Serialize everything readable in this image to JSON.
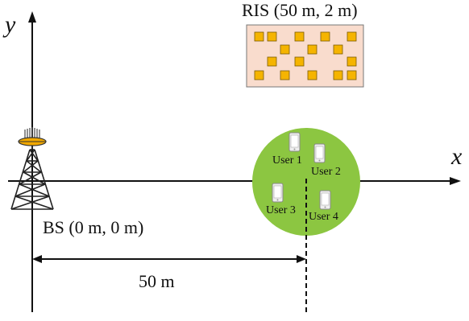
{
  "axes": {
    "x_label": "x",
    "y_label": "y"
  },
  "ris": {
    "label": "RIS (50 m, 2 m)",
    "fill": "#f9dccd",
    "element_color": "#f5b400"
  },
  "bs": {
    "label": "BS (0 m, 0 m)"
  },
  "distance": {
    "label": "50 m"
  },
  "user_cluster": {
    "fill": "#8cc641",
    "users": [
      {
        "label": "User 1"
      },
      {
        "label": "User 2"
      },
      {
        "label": "User 3"
      },
      {
        "label": "User 4"
      }
    ]
  }
}
